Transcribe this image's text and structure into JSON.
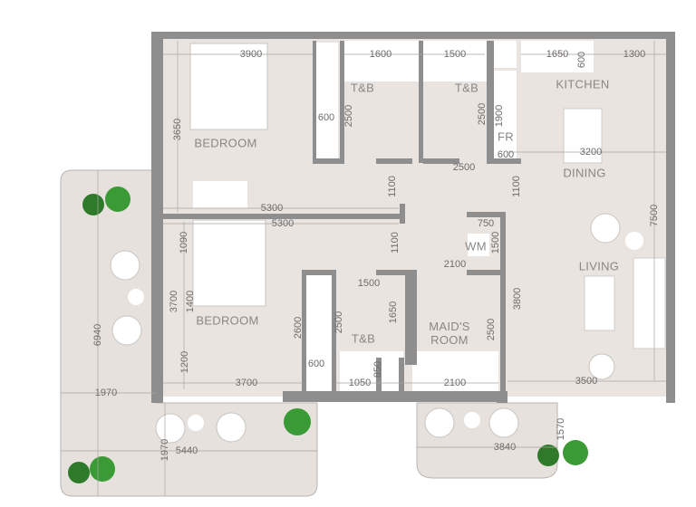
{
  "colors": {
    "floor": "#e9e4df",
    "wall": "#8e8e8e",
    "terrace": "#e6e1dc",
    "plant": "#3a9a35",
    "text": "#8a8683"
  },
  "rooms": {
    "bedroom_1": "BEDROOM",
    "tb_1": "T&B",
    "tb_2": "T&B",
    "kitchen": "KITCHEN",
    "fr": "FR",
    "dining": "DINING",
    "wm": "WM",
    "living": "LIVING",
    "bedroom_2": "BEDROOM",
    "tb_3": "T&B",
    "maids_room": "MAID'S ROOM"
  },
  "dimensions": [
    "3900",
    "1600",
    "1500",
    "1650",
    "600",
    "1300",
    "2500",
    "2500",
    "1900",
    "600",
    "3650",
    "600",
    "3200",
    "2500",
    "1100",
    "1100",
    "5300",
    "5300",
    "750",
    "1500",
    "1100",
    "2100",
    "7500",
    "1090",
    "1500",
    "3700",
    "1400",
    "1650",
    "3800",
    "2600",
    "2500",
    "2500",
    "6940",
    "1200",
    "600",
    "850",
    "1970",
    "3700",
    "1050",
    "2100",
    "3500",
    "1970",
    "5440",
    "3840",
    "1570"
  ]
}
